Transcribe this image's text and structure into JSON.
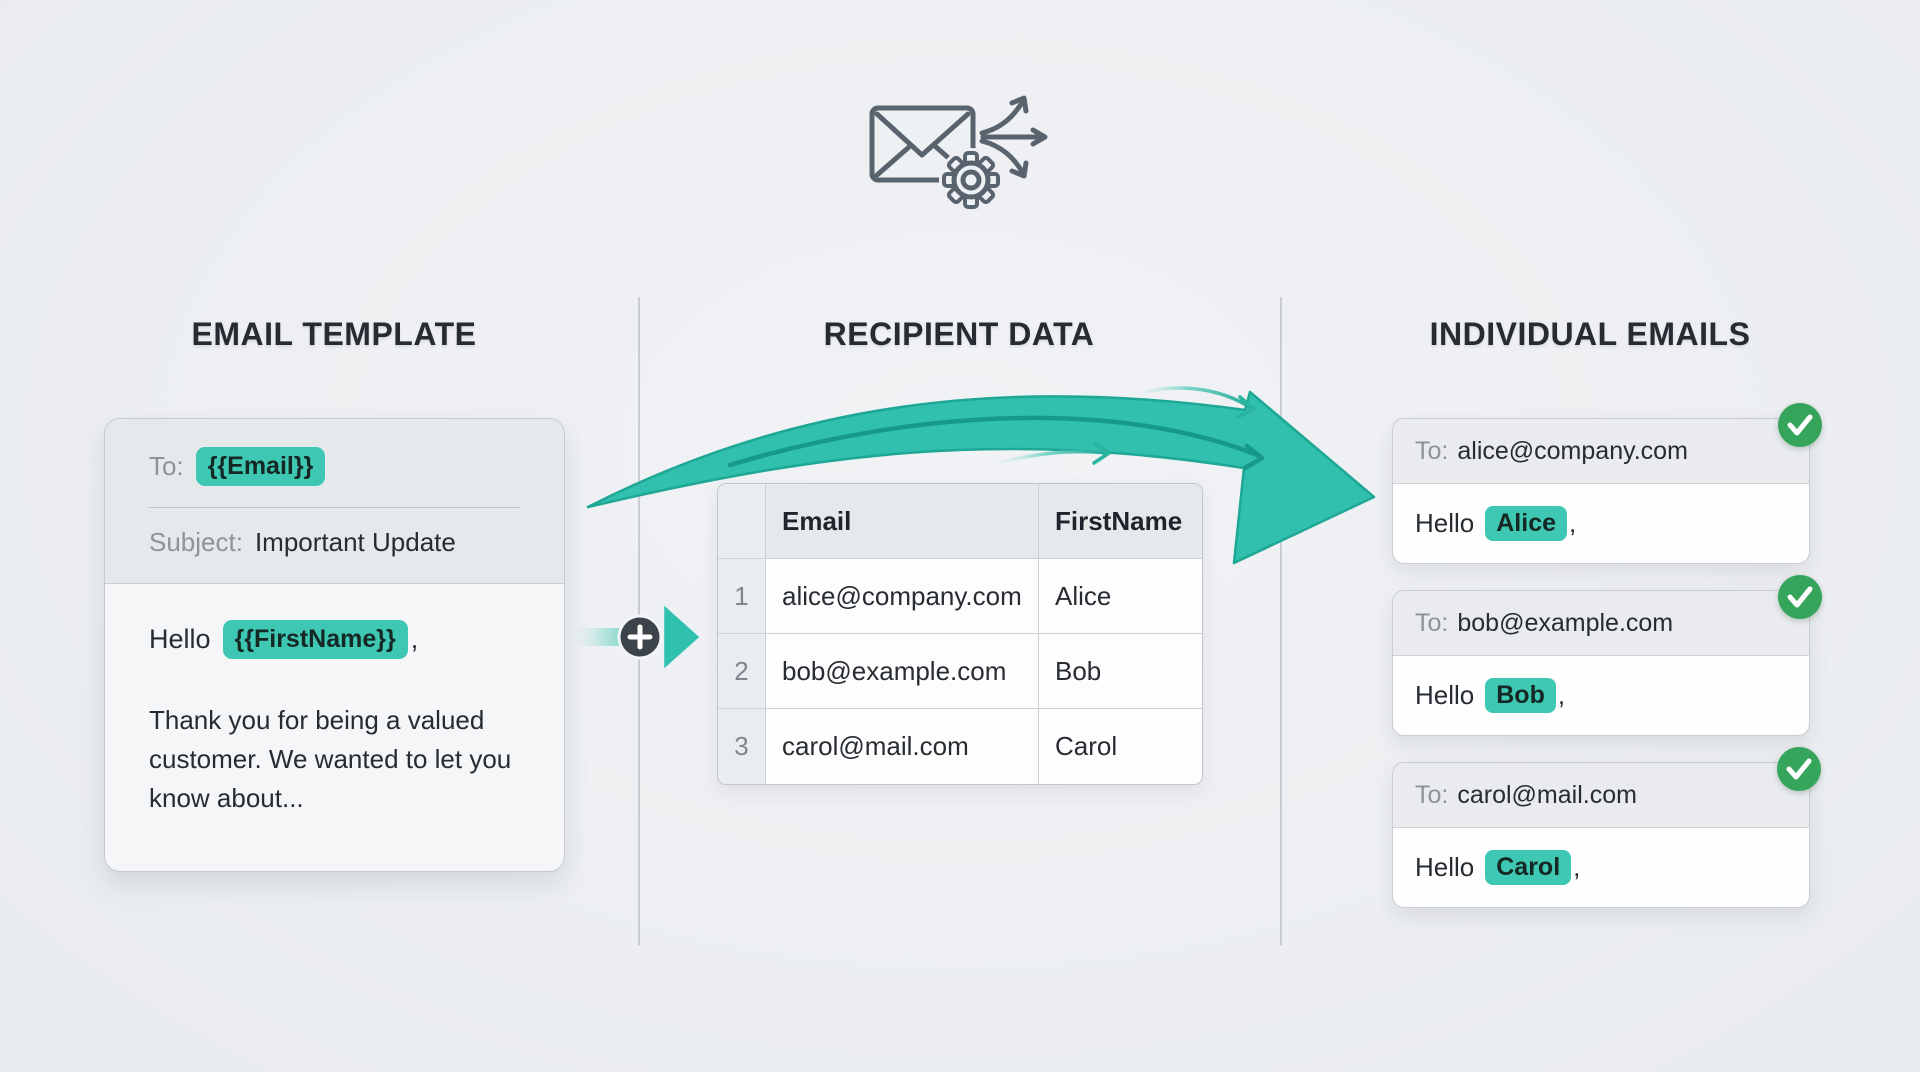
{
  "colors": {
    "teal": "#3ec7b3",
    "tealDark": "#1da794",
    "green": "#35a55c",
    "ink": "#272c33",
    "grayLabel": "#8d939b",
    "iconGray": "#59636d"
  },
  "hero": {
    "icon": "envelope-gear-fanout-icon"
  },
  "columns": {
    "template": {
      "title": "EMAIL TEMPLATE",
      "card": {
        "to_label": "To:",
        "to_value": "{{Email}}",
        "subject_label": "Subject:",
        "subject_value": "Important Update",
        "greeting_prefix": "Hello",
        "greeting_variable": "{{FirstName}}",
        "greeting_suffix": ",",
        "body_text": "Thank you for being a valued customer. We wanted to let you know about..."
      }
    },
    "recipients": {
      "title": "RECIPIENT DATA",
      "table": {
        "headers": [
          "Email",
          "FirstName"
        ],
        "rows": [
          {
            "num": "1",
            "email": "alice@company.com",
            "first_name": "Alice"
          },
          {
            "num": "2",
            "email": "bob@example.com",
            "first_name": "Bob"
          },
          {
            "num": "3",
            "email": "carol@mail.com",
            "first_name": "Carol"
          }
        ]
      }
    },
    "individual": {
      "title": "INDIVIDUAL EMAILS",
      "emails": [
        {
          "to_label": "To:",
          "to_value": "alice@company.com",
          "greeting_prefix": "Hello",
          "greeting_name": "Alice",
          "greeting_suffix": ","
        },
        {
          "to_label": "To:",
          "to_value": "bob@example.com",
          "greeting_prefix": "Hello",
          "greeting_name": "Bob",
          "greeting_suffix": ","
        },
        {
          "to_label": "To:",
          "to_value": "carol@mail.com",
          "greeting_prefix": "Hello",
          "greeting_name": "Carol",
          "greeting_suffix": ","
        }
      ]
    }
  }
}
